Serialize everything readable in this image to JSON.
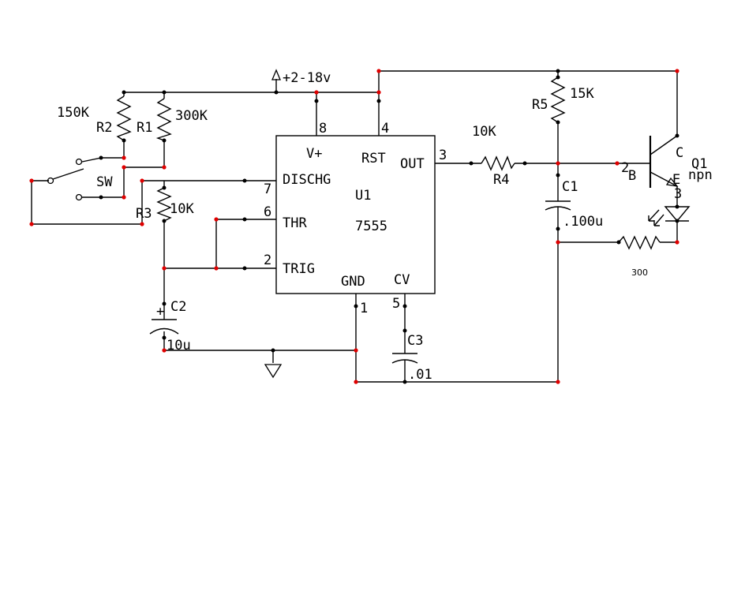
{
  "supply": {
    "label": "+2-18v"
  },
  "ic": {
    "ref": "U1",
    "part": "7555",
    "pins": {
      "vplus_name": "V+",
      "vplus_num": "8",
      "rst_name": "RST",
      "rst_num": "4",
      "out_name": "OUT",
      "out_num": "3",
      "dischg_name": "DISCHG",
      "dischg_num": "7",
      "thr_name": "THR",
      "thr_num": "6",
      "trig_name": "TRIG",
      "trig_num": "2",
      "gnd_name": "GND",
      "gnd_num": "1",
      "cv_name": "CV",
      "cv_num": "5"
    }
  },
  "components": {
    "r1": {
      "ref": "R1",
      "value": "300K"
    },
    "r2": {
      "ref": "R2",
      "value": "150K"
    },
    "r3": {
      "ref": "R3",
      "value": "10K"
    },
    "r4": {
      "ref": "R4",
      "value": "10K"
    },
    "r5": {
      "ref": "R5",
      "value": "15K"
    },
    "r6": {
      "value": "300"
    },
    "c1": {
      "ref": "C1",
      "value": ".100u"
    },
    "c2": {
      "ref": "C2",
      "value": "10u",
      "polarity": "+"
    },
    "c3": {
      "ref": "C3",
      "value": ".01"
    },
    "sw": {
      "ref": "SW"
    },
    "q1": {
      "ref": "Q1",
      "type": "npn",
      "pin_c": "C",
      "pin_b": "B",
      "pin_e": "E",
      "num_b": "2",
      "num_e": "3"
    }
  }
}
